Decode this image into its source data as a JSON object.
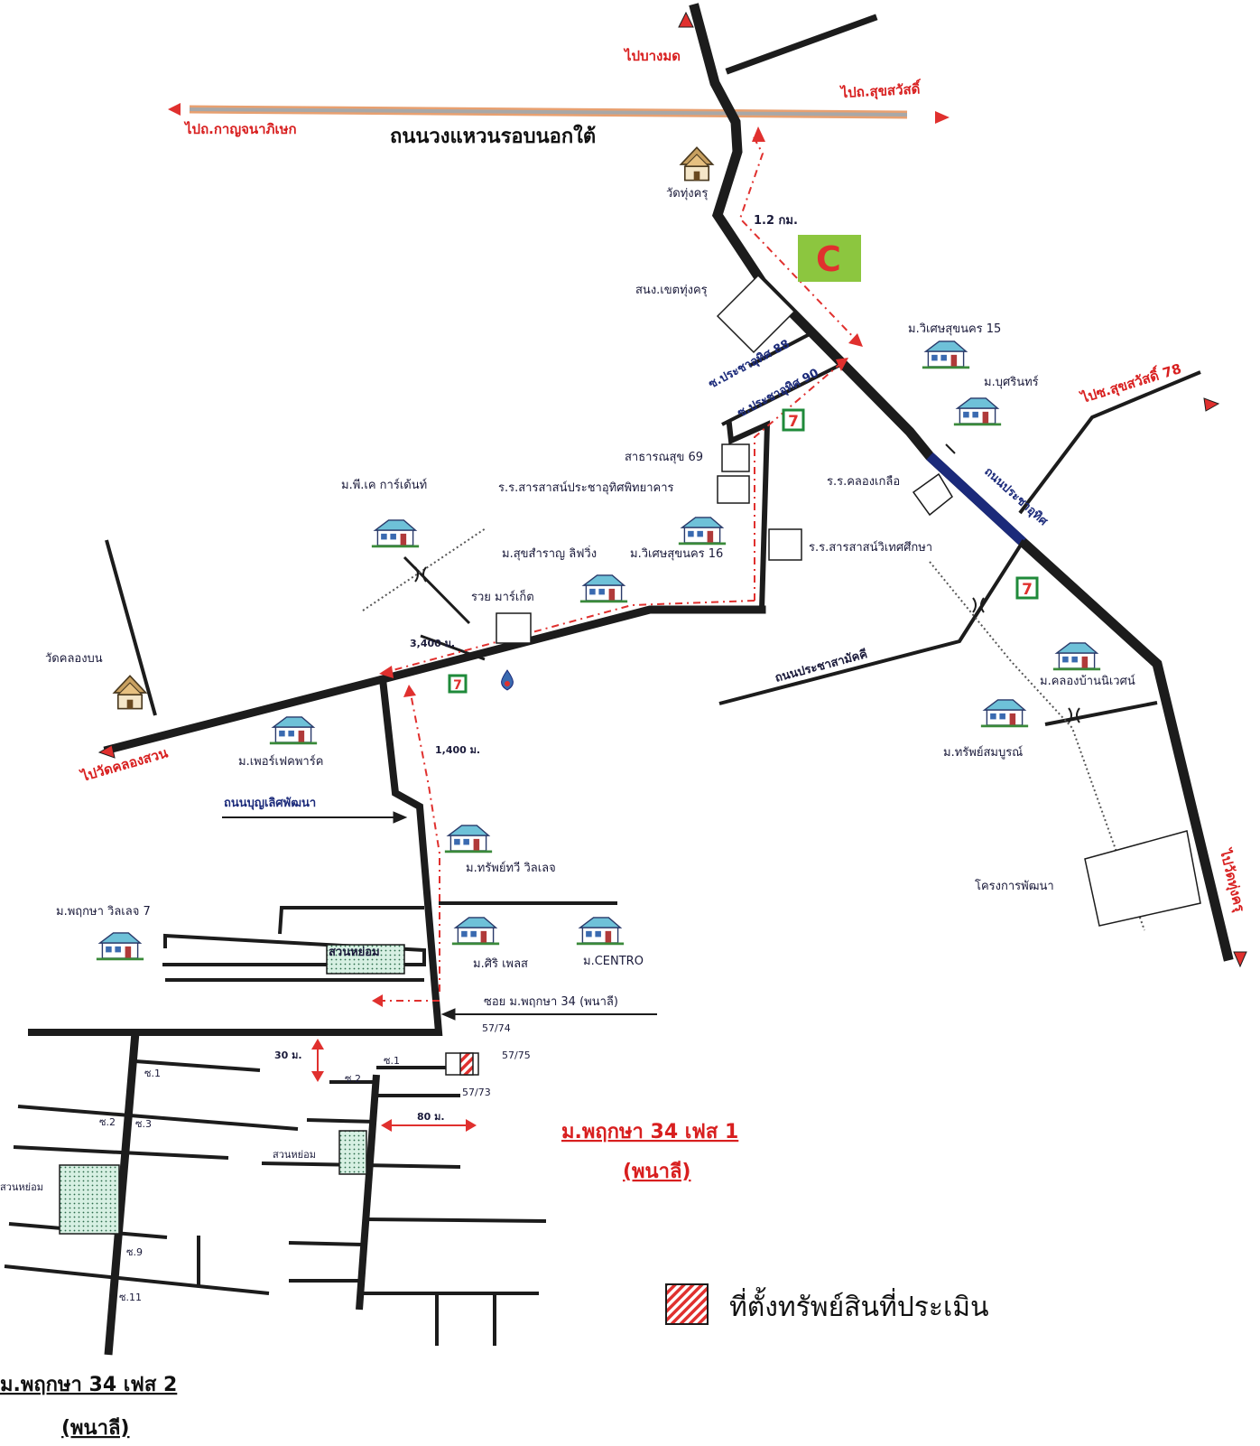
{
  "colors": {
    "road": "#1c1c1c",
    "route": "#e0302e",
    "label": "#1a1a3a",
    "direction_label": "#d81f1f",
    "road_name_blue": "#1b2a7a",
    "park_fill": "#c9ecd9",
    "property_hatch": "#e0302e",
    "store_green": "#8cc63f",
    "seven_eleven": "#1f8a3a"
  },
  "icons": [
    "house-icon",
    "temple-icon",
    "seven-eleven-icon",
    "lotus-store-icon",
    "gas-station-icon",
    "hatched-legend-swatch"
  ],
  "directions": {
    "bang_mot": "ไปบางมด",
    "suksawat_top": "ไปถ.สุขสวัสดิ์",
    "kanchanaphisek": "ไปถ.กาญจนาภิเษก",
    "suksawat_78": "ไปซ.สุขสวัสดิ์ 78",
    "wat_khlong_suan": "ไปวัดคลองสวน",
    "wat_thung_ru": "ไปวัดทุ่งครุ"
  },
  "roads": {
    "ring_road": "ถนนวงแหวนรอบนอกใต้",
    "pracha_uthit": "ถนนประชาอุทิศ",
    "pracha_uthit_88": "ซ.ประชาอุทิศ 88",
    "pracha_uthit_90": "ซ.ประชาอุทิศ 90",
    "pracha_samakkhi": "ถนนประชาสามัคคี",
    "bunlert_phatthana": "ถนนบุญเลิศพัฒนา",
    "soi_pruksa_34": "ซอย ม.พฤกษา 34 (พนาลี)"
  },
  "places": {
    "wat_thung_khru": "วัดทุ่งครุ",
    "district_office": "สนง.เขตทุ่งครุ",
    "wisetsuk_15": "ม.วิเศษสุขนคร 15",
    "bunyarin": "ม.บุศรินทร์",
    "health_center": "สาธารณสุข 69",
    "school_pracha": "ร.ร.สารสาสน์ประชาอุทิศพิทยาคาร",
    "school_khlong": "ร.ร.คลองเกลือ",
    "school_wittes": "ร.ร.สารสาสน์วิเทศศึกษา",
    "pk_garden": "ม.พี.เค การ์เด้นท์",
    "suk_charoen": "ม.สุขสำราญ ลิฟวิ่ง",
    "wisetsuk_16": "ม.วิเศษสุขนคร 16",
    "ruai_market": "รวย มาร์เก็ต",
    "wat_khlong_bon": "วัดคลองบน",
    "perfect_park": "ม.เพอร์เฟคพาร์ค",
    "khlong_ban": "ม.คลองบ้านนิเวศน์",
    "sap_somboon": "ม.ทรัพย์สมบูรณ์",
    "project_dev": "โครงการพัฒนา",
    "sap_thawee": "ม.ทรัพย์ทวี วิลเลจ",
    "pruksa_village_7": "ม.พฤกษา วิลเลจ 7",
    "park_1": "สวนหย่อม",
    "park_2": "สวนหย่อม",
    "park_3": "สวนหย่อม",
    "sri_place": "ม.ศิริ เพลส",
    "centro": "ม.CENTRO"
  },
  "distances": {
    "d1": "1.2 กม.",
    "d2": "3,400 ม.",
    "d3": "1,400 ม.",
    "d4": "30 ม.",
    "d5": "80 ม."
  },
  "sois": [
    "ซ.1",
    "ซ.1",
    "ซ.2",
    "ซ.2",
    "ซ.3",
    "ซ.9",
    "ซ.11"
  ],
  "plots": [
    "57/74",
    "57/75",
    "57/73"
  ],
  "titles": {
    "phase1": "ม.พฤกษา 34 เฟส 1",
    "phase1_sub": "(พนาลี)",
    "phase2": "ม.พฤกษา 34 เฟส 2",
    "phase2_sub": "(พนาลี)"
  },
  "legend": {
    "property": "ที่ตั้งทรัพย์สินที่ประเมิน"
  }
}
